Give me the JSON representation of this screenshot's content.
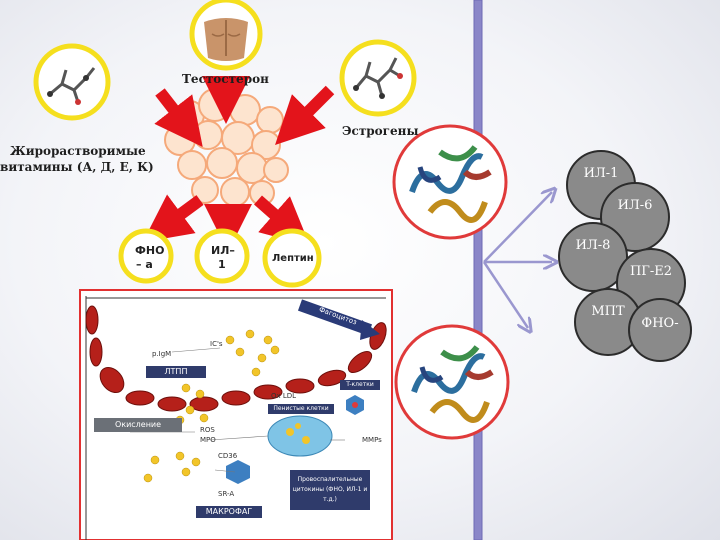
{
  "labels": {
    "testosterone": "Тестостерон",
    "estrogens": "Эстрогены",
    "vitamins_line1": "Жирорастворимые",
    "vitamins_line2": "витамины (А, Д, Е, К)",
    "leptin": "Лептин",
    "tnf_line1": "ФНО",
    "tnf_line2": "– а",
    "il1_line1": "ИЛ–",
    "il1_line2": "1"
  },
  "cytokines": [
    {
      "label": "ИЛ-1"
    },
    {
      "label": "ИЛ-6"
    },
    {
      "label": "ИЛ-8"
    },
    {
      "label": "ПГ-Е2"
    },
    {
      "label": "МПТ"
    },
    {
      "label": "ФНО-"
    }
  ],
  "inset": {
    "arrow_label": "Фагоцитоз",
    "pigm": "p.IgM",
    "ic": "IC's",
    "ltpp": "ЛТПП",
    "oxldl": "Ox LDL",
    "oxidation": "Окисление",
    "ros": "ROS",
    "mpo": "MPO",
    "cd36": "CD36",
    "sra": "SR-A",
    "macrophage": "МАКРОФАГ",
    "mmps": "MMPs",
    "box_small1": "T-клетки",
    "box_small2": "Пенистые клетки",
    "cytokines_box": "Провоспалительные цитокины (ФНО, ИЛ-1 и т.д.)"
  },
  "colors": {
    "yellow_ring": "#f5df1e",
    "red_ring": "#e03a3a",
    "arrow_red": "#e3141b",
    "divider": "#8a86c8",
    "cytokine_fill": "#8a8a8a",
    "inset_border": "#e23030",
    "cell_red": "#b5201a"
  }
}
